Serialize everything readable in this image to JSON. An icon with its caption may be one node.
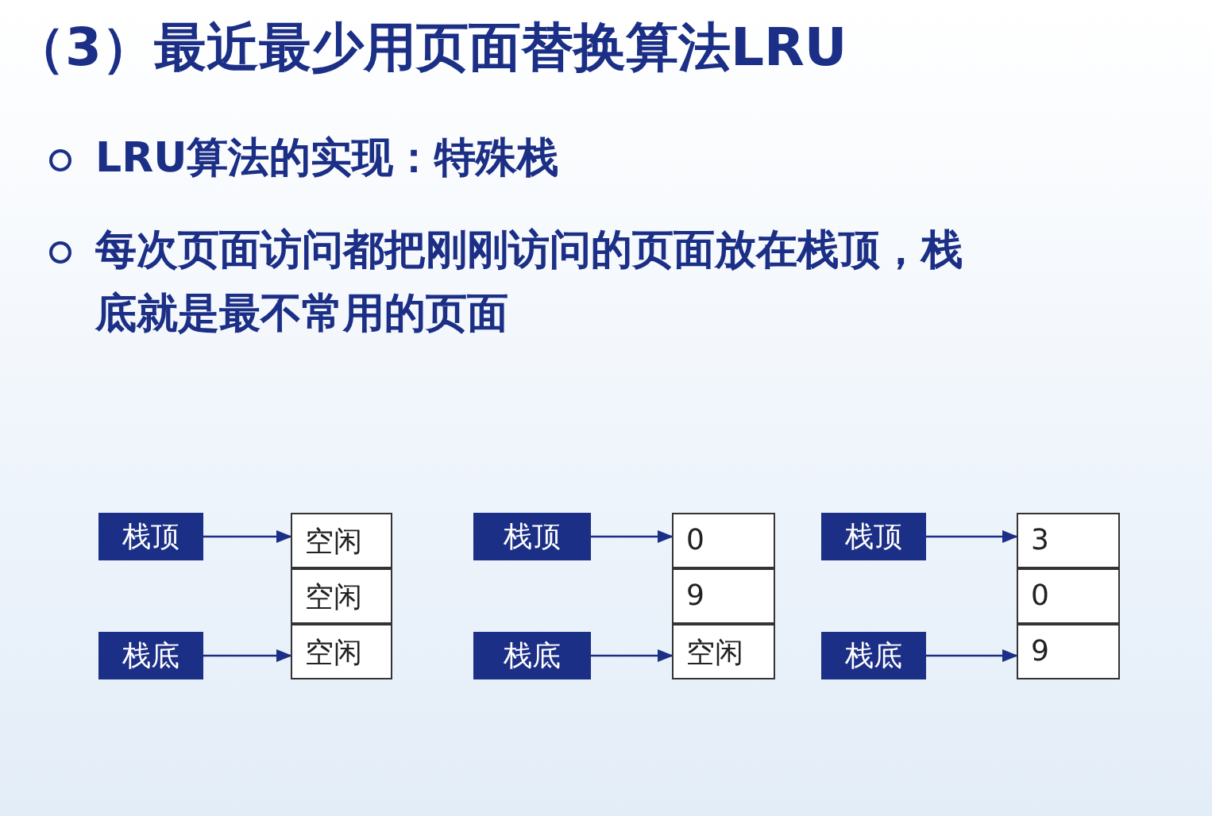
{
  "diagram": {
    "title": "（3）最近最少用页面替换算法LRU",
    "nodes": [
      {
        "text": [
          "栈顶"
        ]
      },
      {
        "text": [
          "空闲"
        ]
      },
      {
        "text": [
          "空闲"
        ]
      },
      {
        "text": [
          "栈底"
        ]
      },
      {
        "text": [
          "空闲"
        ]
      },
      {
        "text": [
          "栈顶"
        ]
      },
      {
        "text": [
          "0"
        ]
      },
      {
        "text": [
          "9"
        ]
      },
      {
        "text": [
          "栈底"
        ]
      },
      {
        "text": [
          "空闲"
        ]
      },
      {
        "text": [
          "栈顶"
        ]
      },
      {
        "text": [
          "3"
        ]
      },
      {
        "text": [
          "0"
        ]
      },
      {
        "text": [
          "栈底"
        ]
      },
      {
        "text": [
          "9"
        ]
      }
    ],
    "edges": [
      {
        "from": 0,
        "to": 1,
        "arrow": "to"
      },
      {
        "from": 3,
        "to": 4,
        "arrow": "to"
      },
      {
        "from": 5,
        "to": 6,
        "arrow": "to"
      },
      {
        "from": 8,
        "to": 9,
        "arrow": "to"
      },
      {
        "from": 10,
        "to": 11,
        "arrow": "to"
      },
      {
        "from": 13,
        "to": 14,
        "arrow": "to"
      }
    ],
    "labels": [
      "LRU算法的实现：特殊栈",
      "每次页面访问都把刚刚访问的页面放在栈顶，栈底就是最不常用的页面"
    ]
  }
}
